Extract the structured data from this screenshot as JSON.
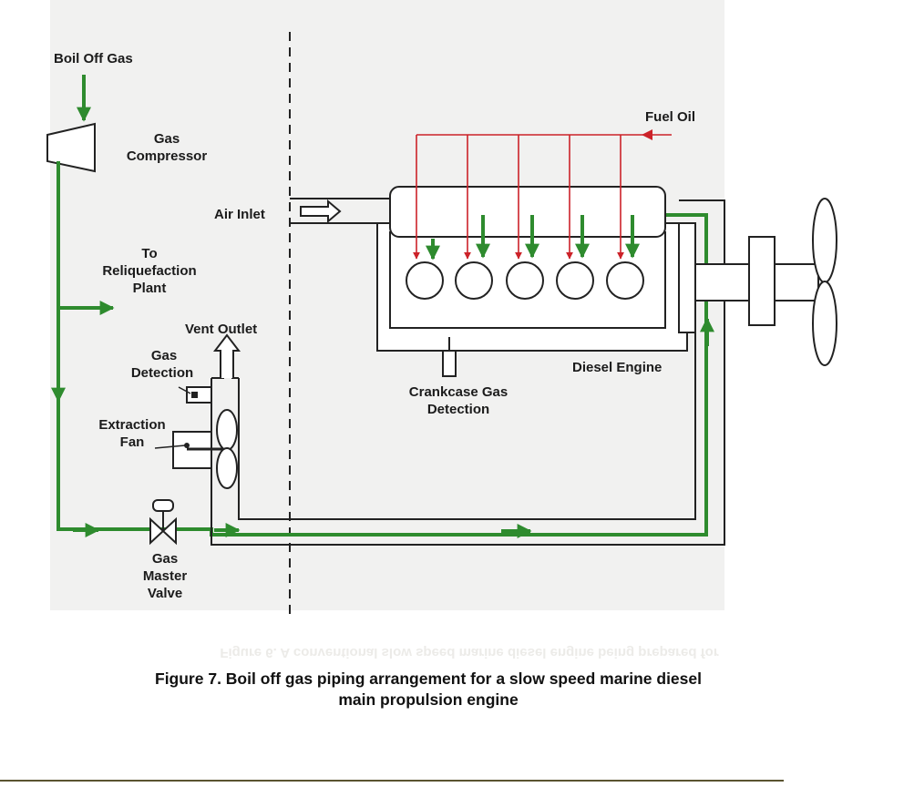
{
  "labels": {
    "boil_off_gas": "Boil Off Gas",
    "gas_compressor_line1": "Gas",
    "gas_compressor_line2": "Compressor",
    "to_reliquefaction_line1": "To",
    "to_reliquefaction_line2": "Reliquefaction",
    "to_reliquefaction_line3": "Plant",
    "vent_outlet": "Vent Outlet",
    "gas_detection_line1": "Gas",
    "gas_detection_line2": "Detection",
    "extraction_fan_line1": "Extraction",
    "extraction_fan_line2": "Fan",
    "gas_master_valve_line1": "Gas",
    "gas_master_valve_line2": "Master",
    "gas_master_valve_line3": "Valve",
    "air_inlet": "Air Inlet",
    "fuel_oil": "Fuel Oil",
    "crankcase_gas_detection_line1": "Crankcase Gas",
    "crankcase_gas_detection_line2": "Detection",
    "diesel_engine": "Diesel Engine"
  },
  "caption": {
    "line1": "Figure 7.   Boil off gas piping arrangement for a slow speed marine diesel",
    "line2": "main propulsion engine"
  },
  "bleed_through_text": "Figure 6.  A conventional slow speed marine diesel engine being prepared for",
  "colors": {
    "gas_line": "#2e8b2e",
    "fuel_oil_line": "#cc2229",
    "outline": "#222222",
    "panel_fill": "#f1f1f0"
  }
}
